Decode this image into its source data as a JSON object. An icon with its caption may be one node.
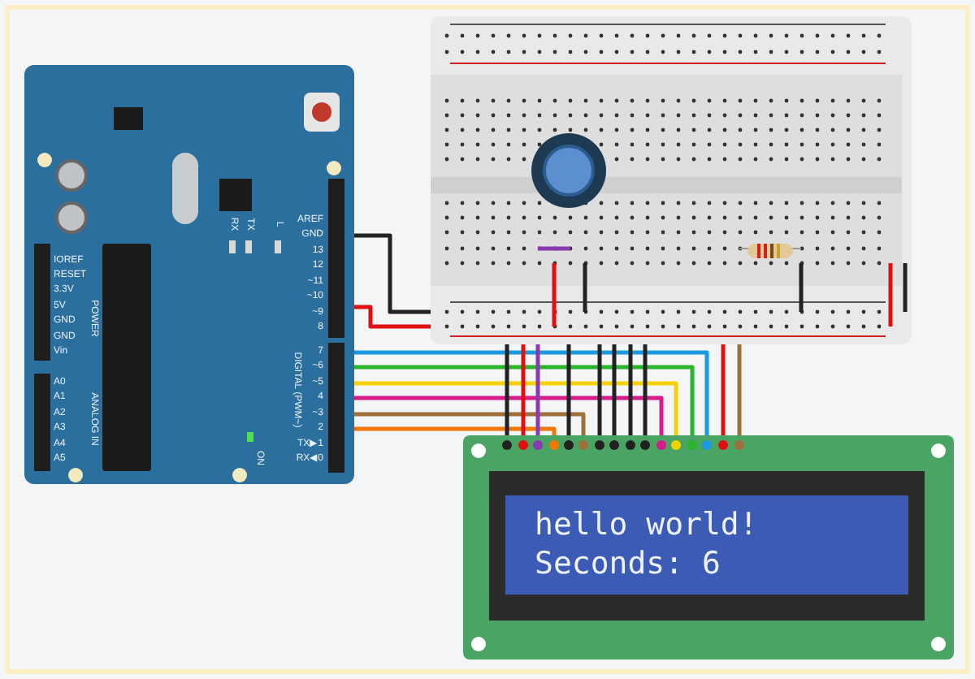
{
  "diagram": {
    "nodes": [
      {
        "text": [],
        "shape": "picture"
      },
      {
        "text": [],
        "shape": "picture"
      },
      {
        "text": [],
        "shape": "circle",
        "in": 1
      },
      {
        "text": [],
        "shape": "bar",
        "in": 1
      },
      {
        "text": [
          "hello world!",
          "Seconds: 6"
        ]
      }
    ],
    "edges": [
      {
        "from": 0,
        "to": 1,
        "arrow": "none"
      },
      {
        "from": 0,
        "to": 1,
        "arrow": "none",
        "color": "#e01010"
      },
      {
        "from": 0,
        "to": 4,
        "arrow": "none",
        "color": "#1a9ae0"
      },
      {
        "from": 0,
        "to": 4,
        "arrow": "none",
        "color": "#2bb52b"
      },
      {
        "from": 0,
        "to": 4,
        "arrow": "none",
        "color": "#f2d200"
      },
      {
        "from": 0,
        "to": 4,
        "arrow": "none",
        "color": "#d81b8a"
      },
      {
        "from": 0,
        "to": 4,
        "arrow": "none",
        "color": "#a0703a"
      },
      {
        "from": 0,
        "to": 4,
        "arrow": "none",
        "color": "#f07800"
      },
      {
        "from": 1,
        "to": 4,
        "arrow": "none"
      },
      {
        "from": 1,
        "to": 4,
        "arrow": "none",
        "color": "#e01010"
      },
      {
        "from": 1,
        "to": 4,
        "arrow": "none",
        "color": "#8a3ab0"
      },
      {
        "from": 1,
        "to": 4,
        "arrow": "none"
      },
      {
        "from": 1,
        "to": 4,
        "arrow": "none"
      },
      {
        "from": 1,
        "to": 4,
        "arrow": "none"
      },
      {
        "from": 1,
        "to": 4,
        "arrow": "none"
      },
      {
        "from": 1,
        "to": 4,
        "arrow": "none"
      },
      {
        "from": 1,
        "to": 4,
        "arrow": "none",
        "color": "#e01010"
      },
      {
        "from": 1,
        "to": 4,
        "arrow": "none",
        "color": "#a0703a"
      }
    ],
    "labels": [
      "IOREF",
      "RESET",
      "3.3V",
      "5V",
      "GND",
      "GND",
      "Vin",
      "POWER",
      "A0",
      "A1",
      "A2",
      "A3",
      "A4",
      "A5",
      "ANALOG IN",
      "RX",
      "TX",
      "L",
      "AREF",
      "GND",
      "13",
      "12",
      "~11",
      "~10",
      "~9",
      "8",
      "7",
      "~6",
      "~5",
      "4",
      "~3",
      "2",
      "TX▶1",
      "RX◀0",
      "DIGITAL (PWM~)",
      "ON"
    ]
  }
}
